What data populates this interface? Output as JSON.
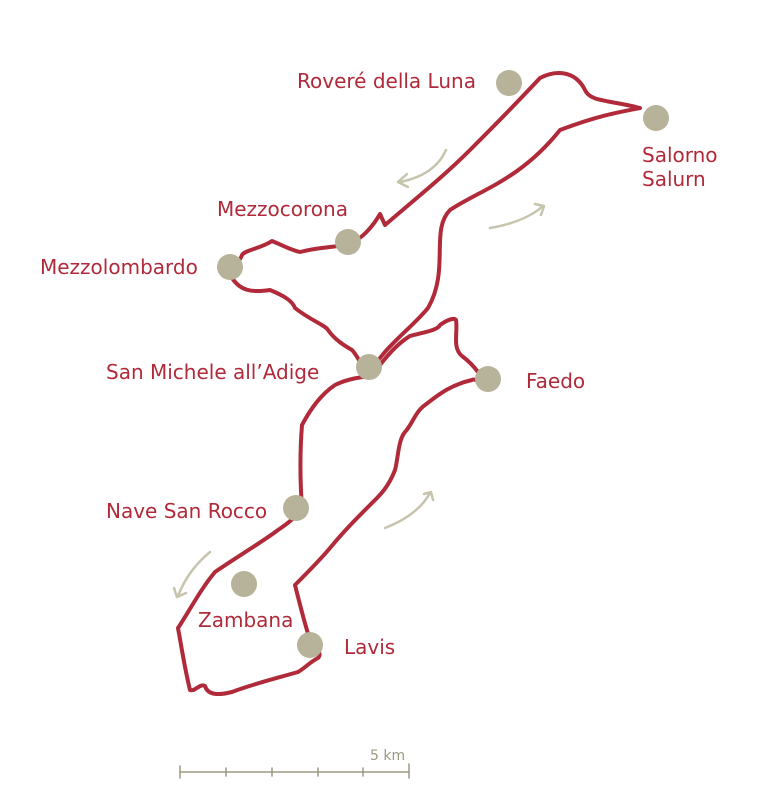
{
  "colors": {
    "route": "#b02a3a",
    "town": "#b7b29a",
    "arrow": "#c7c4ae",
    "label": "#b02a3a",
    "scale": "#9c9880",
    "background": "#ffffff"
  },
  "towns": [
    {
      "id": "rovere",
      "name": "Roveré della Luna"
    },
    {
      "id": "salorno",
      "name": "Salorno",
      "name_alt": "Salurn"
    },
    {
      "id": "mezzocorona",
      "name": "Mezzocorona"
    },
    {
      "id": "mezzolombardo",
      "name": "Mezzolombardo"
    },
    {
      "id": "san-michele",
      "name": "San Michele all’Adige"
    },
    {
      "id": "faedo",
      "name": "Faedo"
    },
    {
      "id": "nave-san-rocco",
      "name": "Nave San Rocco"
    },
    {
      "id": "zambana",
      "name": "Zambana"
    },
    {
      "id": "lavis",
      "name": "Lavis"
    }
  ],
  "scale_bar": {
    "label": "5 km"
  }
}
